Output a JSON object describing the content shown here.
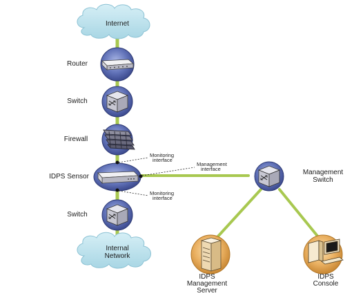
{
  "labels": {
    "internet": "Internet",
    "router": "Router",
    "switch_top": "Switch",
    "firewall": "Firewall",
    "idps_sensor": "IDPS Sensor",
    "switch_bottom": "Switch",
    "internal_network_line1": "Internal",
    "internal_network_line2": "Network",
    "monitoring_top_line1": "Monitoring",
    "monitoring_top_line2": "interface",
    "management_iface_line1": "Management",
    "management_iface_line2": "interface",
    "monitoring_bottom_line1": "Monitoring",
    "monitoring_bottom_line2": "interface",
    "management_switch_line1": "Management",
    "management_switch_line2": "Switch",
    "mgmt_server_line1": "IDPS",
    "mgmt_server_line2": "Management",
    "mgmt_server_line3": "Server",
    "console_line1": "IDPS",
    "console_line2": "Console"
  },
  "colors": {
    "link": "#a8c850",
    "cloud": "#bfe4ee",
    "node_blue": "#4d5ea8",
    "node_orange": "#e2a24c"
  },
  "icons": {
    "router": "router-icon",
    "switch": "switch-icon",
    "firewall": "firewall-icon",
    "sensor": "sensor-icon",
    "server": "server-icon",
    "console": "console-icon"
  }
}
